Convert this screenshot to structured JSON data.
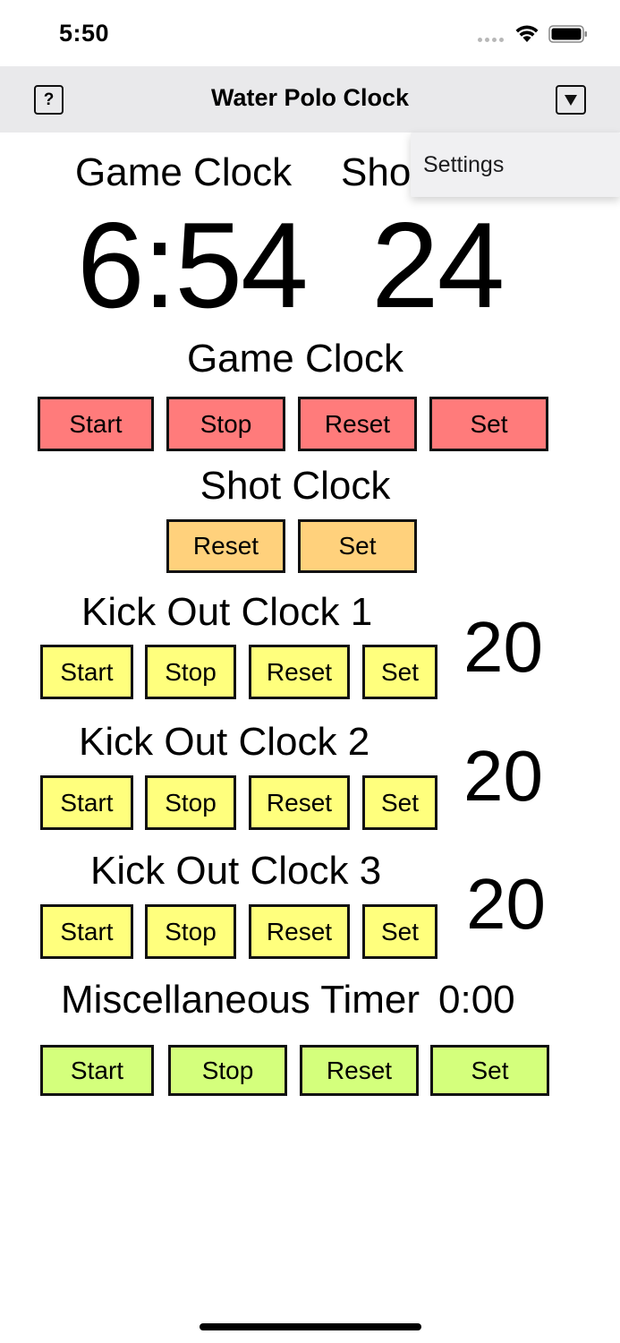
{
  "status_bar": {
    "time": "5:50"
  },
  "nav": {
    "title": "Water Polo Clock",
    "help_label": "?",
    "menu_icon": "dropdown-triangle-icon"
  },
  "clocks": {
    "game_label": "Game Clock",
    "shot_label": "Shot Clock",
    "game_time": "6:54",
    "shot_time": "24"
  },
  "game_section": {
    "title": "Game Clock",
    "buttons": [
      "Start",
      "Stop",
      "Reset",
      "Set"
    ],
    "color": "#ff7b7b"
  },
  "shot_section": {
    "title": "Shot Clock",
    "buttons": [
      "Reset",
      "Set"
    ],
    "color": "#ffd17c"
  },
  "kick_out": [
    {
      "title": "Kick Out Clock 1",
      "value": "20",
      "buttons": [
        "Start",
        "Stop",
        "Reset",
        "Set"
      ]
    },
    {
      "title": "Kick Out Clock 2",
      "value": "20",
      "buttons": [
        "Start",
        "Stop",
        "Reset",
        "Set"
      ]
    },
    {
      "title": "Kick Out Clock 3",
      "value": "20",
      "buttons": [
        "Start",
        "Stop",
        "Reset",
        "Set"
      ]
    }
  ],
  "kick_out_color": "#ffff7d",
  "misc": {
    "title": "Miscellaneous Timer",
    "value": "0:00",
    "buttons": [
      "Start",
      "Stop",
      "Reset",
      "Set"
    ],
    "color": "#d4ff7c"
  },
  "dropdown": {
    "items": [
      "Settings"
    ]
  }
}
